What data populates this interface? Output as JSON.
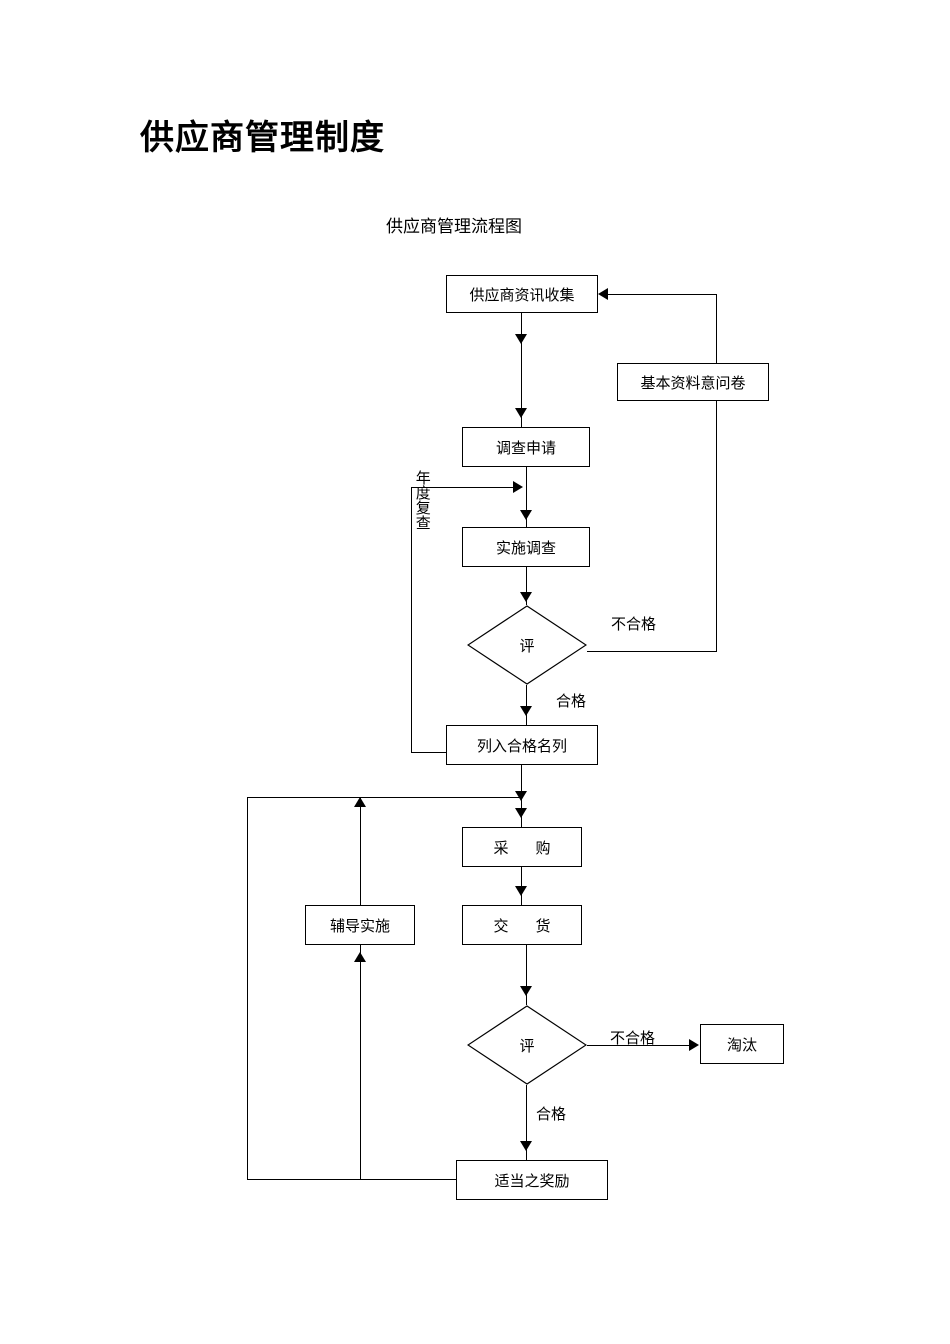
{
  "document": {
    "title": "供应商管理制度"
  },
  "chart_data": {
    "type": "flowchart",
    "title": "供应商管理流程图",
    "nodes": [
      {
        "id": "collect",
        "label": "供应商资讯收集",
        "shape": "rect"
      },
      {
        "id": "survey",
        "label": "基本资料意问卷",
        "shape": "rect"
      },
      {
        "id": "apply",
        "label": "调查申请",
        "shape": "rect"
      },
      {
        "id": "doinvest",
        "label": "实施调查",
        "shape": "rect"
      },
      {
        "id": "eval1",
        "label": "评",
        "shape": "diamond"
      },
      {
        "id": "qualified",
        "label": "列入合格名列",
        "shape": "rect"
      },
      {
        "id": "purchase",
        "label": "采　购",
        "shape": "rect"
      },
      {
        "id": "deliver",
        "label": "交　货",
        "shape": "rect"
      },
      {
        "id": "coach",
        "label": "辅导实施",
        "shape": "rect"
      },
      {
        "id": "eval2",
        "label": "评",
        "shape": "diamond"
      },
      {
        "id": "eliminate",
        "label": "淘汰",
        "shape": "rect"
      },
      {
        "id": "reward",
        "label": "适当之奖励",
        "shape": "rect"
      }
    ],
    "edge_labels": [
      {
        "id": "annual",
        "label": "年度复查",
        "orientation": "vertical"
      },
      {
        "id": "fail1",
        "label": "不合格",
        "orientation": "horizontal"
      },
      {
        "id": "pass1",
        "label": "合格",
        "orientation": "horizontal"
      },
      {
        "id": "fail2",
        "label": "不合格",
        "orientation": "horizontal"
      },
      {
        "id": "pass2",
        "label": "合格",
        "orientation": "horizontal"
      }
    ],
    "edges": [
      {
        "from": "collect",
        "to": "apply",
        "label": ""
      },
      {
        "from": "apply",
        "to": "doinvest",
        "label": ""
      },
      {
        "from": "doinvest",
        "to": "eval1",
        "label": ""
      },
      {
        "from": "eval1",
        "to": "qualified",
        "label": "合格"
      },
      {
        "from": "eval1",
        "to": "survey",
        "label": "不合格"
      },
      {
        "from": "survey",
        "to": "collect",
        "label": ""
      },
      {
        "from": "qualified",
        "to": "purchase",
        "label": ""
      },
      {
        "from": "purchase",
        "to": "deliver",
        "label": ""
      },
      {
        "from": "deliver",
        "to": "eval2",
        "label": ""
      },
      {
        "from": "eval2",
        "to": "eliminate",
        "label": "不合格"
      },
      {
        "from": "eval2",
        "to": "reward",
        "label": "合格"
      },
      {
        "from": "reward",
        "to": "purchase",
        "label": ""
      },
      {
        "from": "coach",
        "to": "purchase",
        "label": ""
      },
      {
        "from": "qualified",
        "to": "doinvest",
        "label": "年度复查"
      }
    ],
    "colors": {
      "stroke": "#000000",
      "fill": "#ffffff",
      "text": "#000000"
    }
  }
}
